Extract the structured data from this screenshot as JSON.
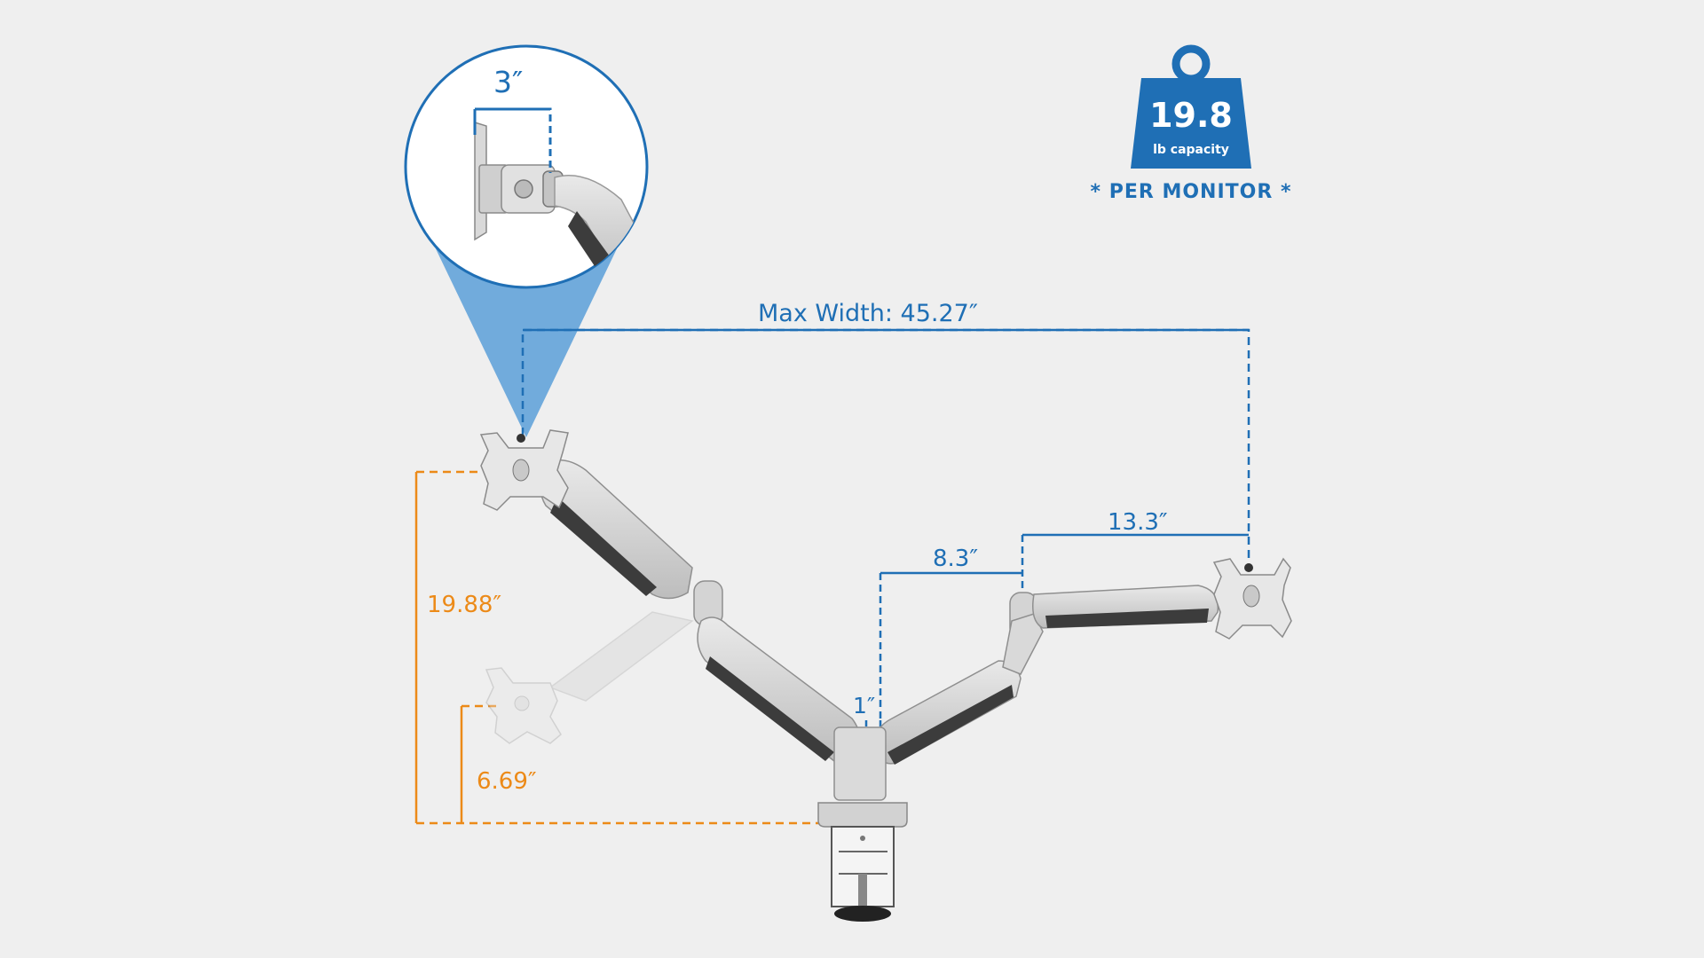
{
  "weight_badge": {
    "value": "19.8",
    "unit": "lb capacity",
    "note": "* PER MONITOR *"
  },
  "dimensions": {
    "zoom_offset": "3″",
    "max_width": "Max Width: 45.27″",
    "outer_arm": "13.3″",
    "inner_arm": "8.3″",
    "pole_offset": "1″",
    "height_max": "19.88″",
    "height_min": "6.69″"
  },
  "colors": {
    "background": "#efefef",
    "dimension_blue": "#1f6fb5",
    "dimension_orange": "#ec8a18",
    "arm_silver": "#d6d6d6",
    "arm_dark": "#3c3c3c"
  }
}
